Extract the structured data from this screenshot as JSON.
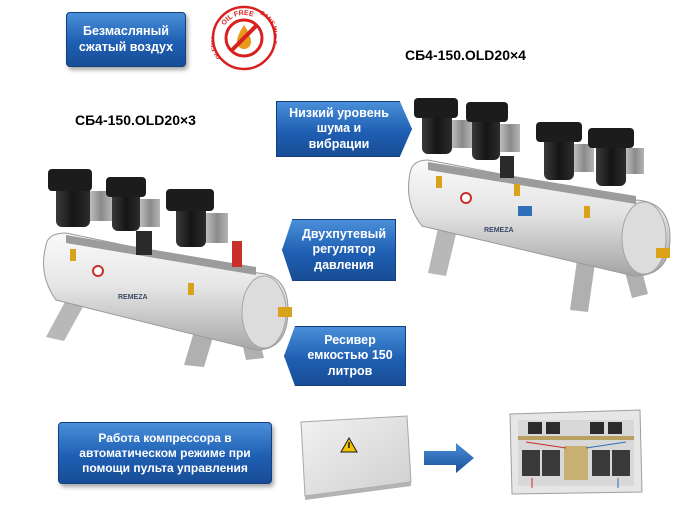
{
  "callouts": {
    "oil_free_air": [
      "Безмасляный",
      "сжатый воздух"
    ],
    "low_noise": [
      "Низкий уровень",
      "шума и вибрации"
    ],
    "pressure_regulator": [
      "Двухпутевый",
      "регулятор",
      "давления"
    ],
    "receiver": [
      "Ресивер",
      "емкостью 150",
      "литров"
    ],
    "automatic_mode": [
      "Работа компрессора в",
      "автоматическом режиме при",
      "помощи пульта управления"
    ]
  },
  "models": {
    "left": "СБ4-150.OLD20×3",
    "right": "СБ4-150.OLD20×4"
  },
  "badge": {
    "top_text": "OIL FREE",
    "right_text": "SANS HUILE",
    "left_text": "OLFREI"
  },
  "brand": {
    "name": "REMEZA"
  },
  "colors": {
    "callout_blue": "#1f5fb3",
    "badge_red": "#d8201f",
    "tank_white": "#eeeeee",
    "motor_black": "#1c1c1c"
  }
}
